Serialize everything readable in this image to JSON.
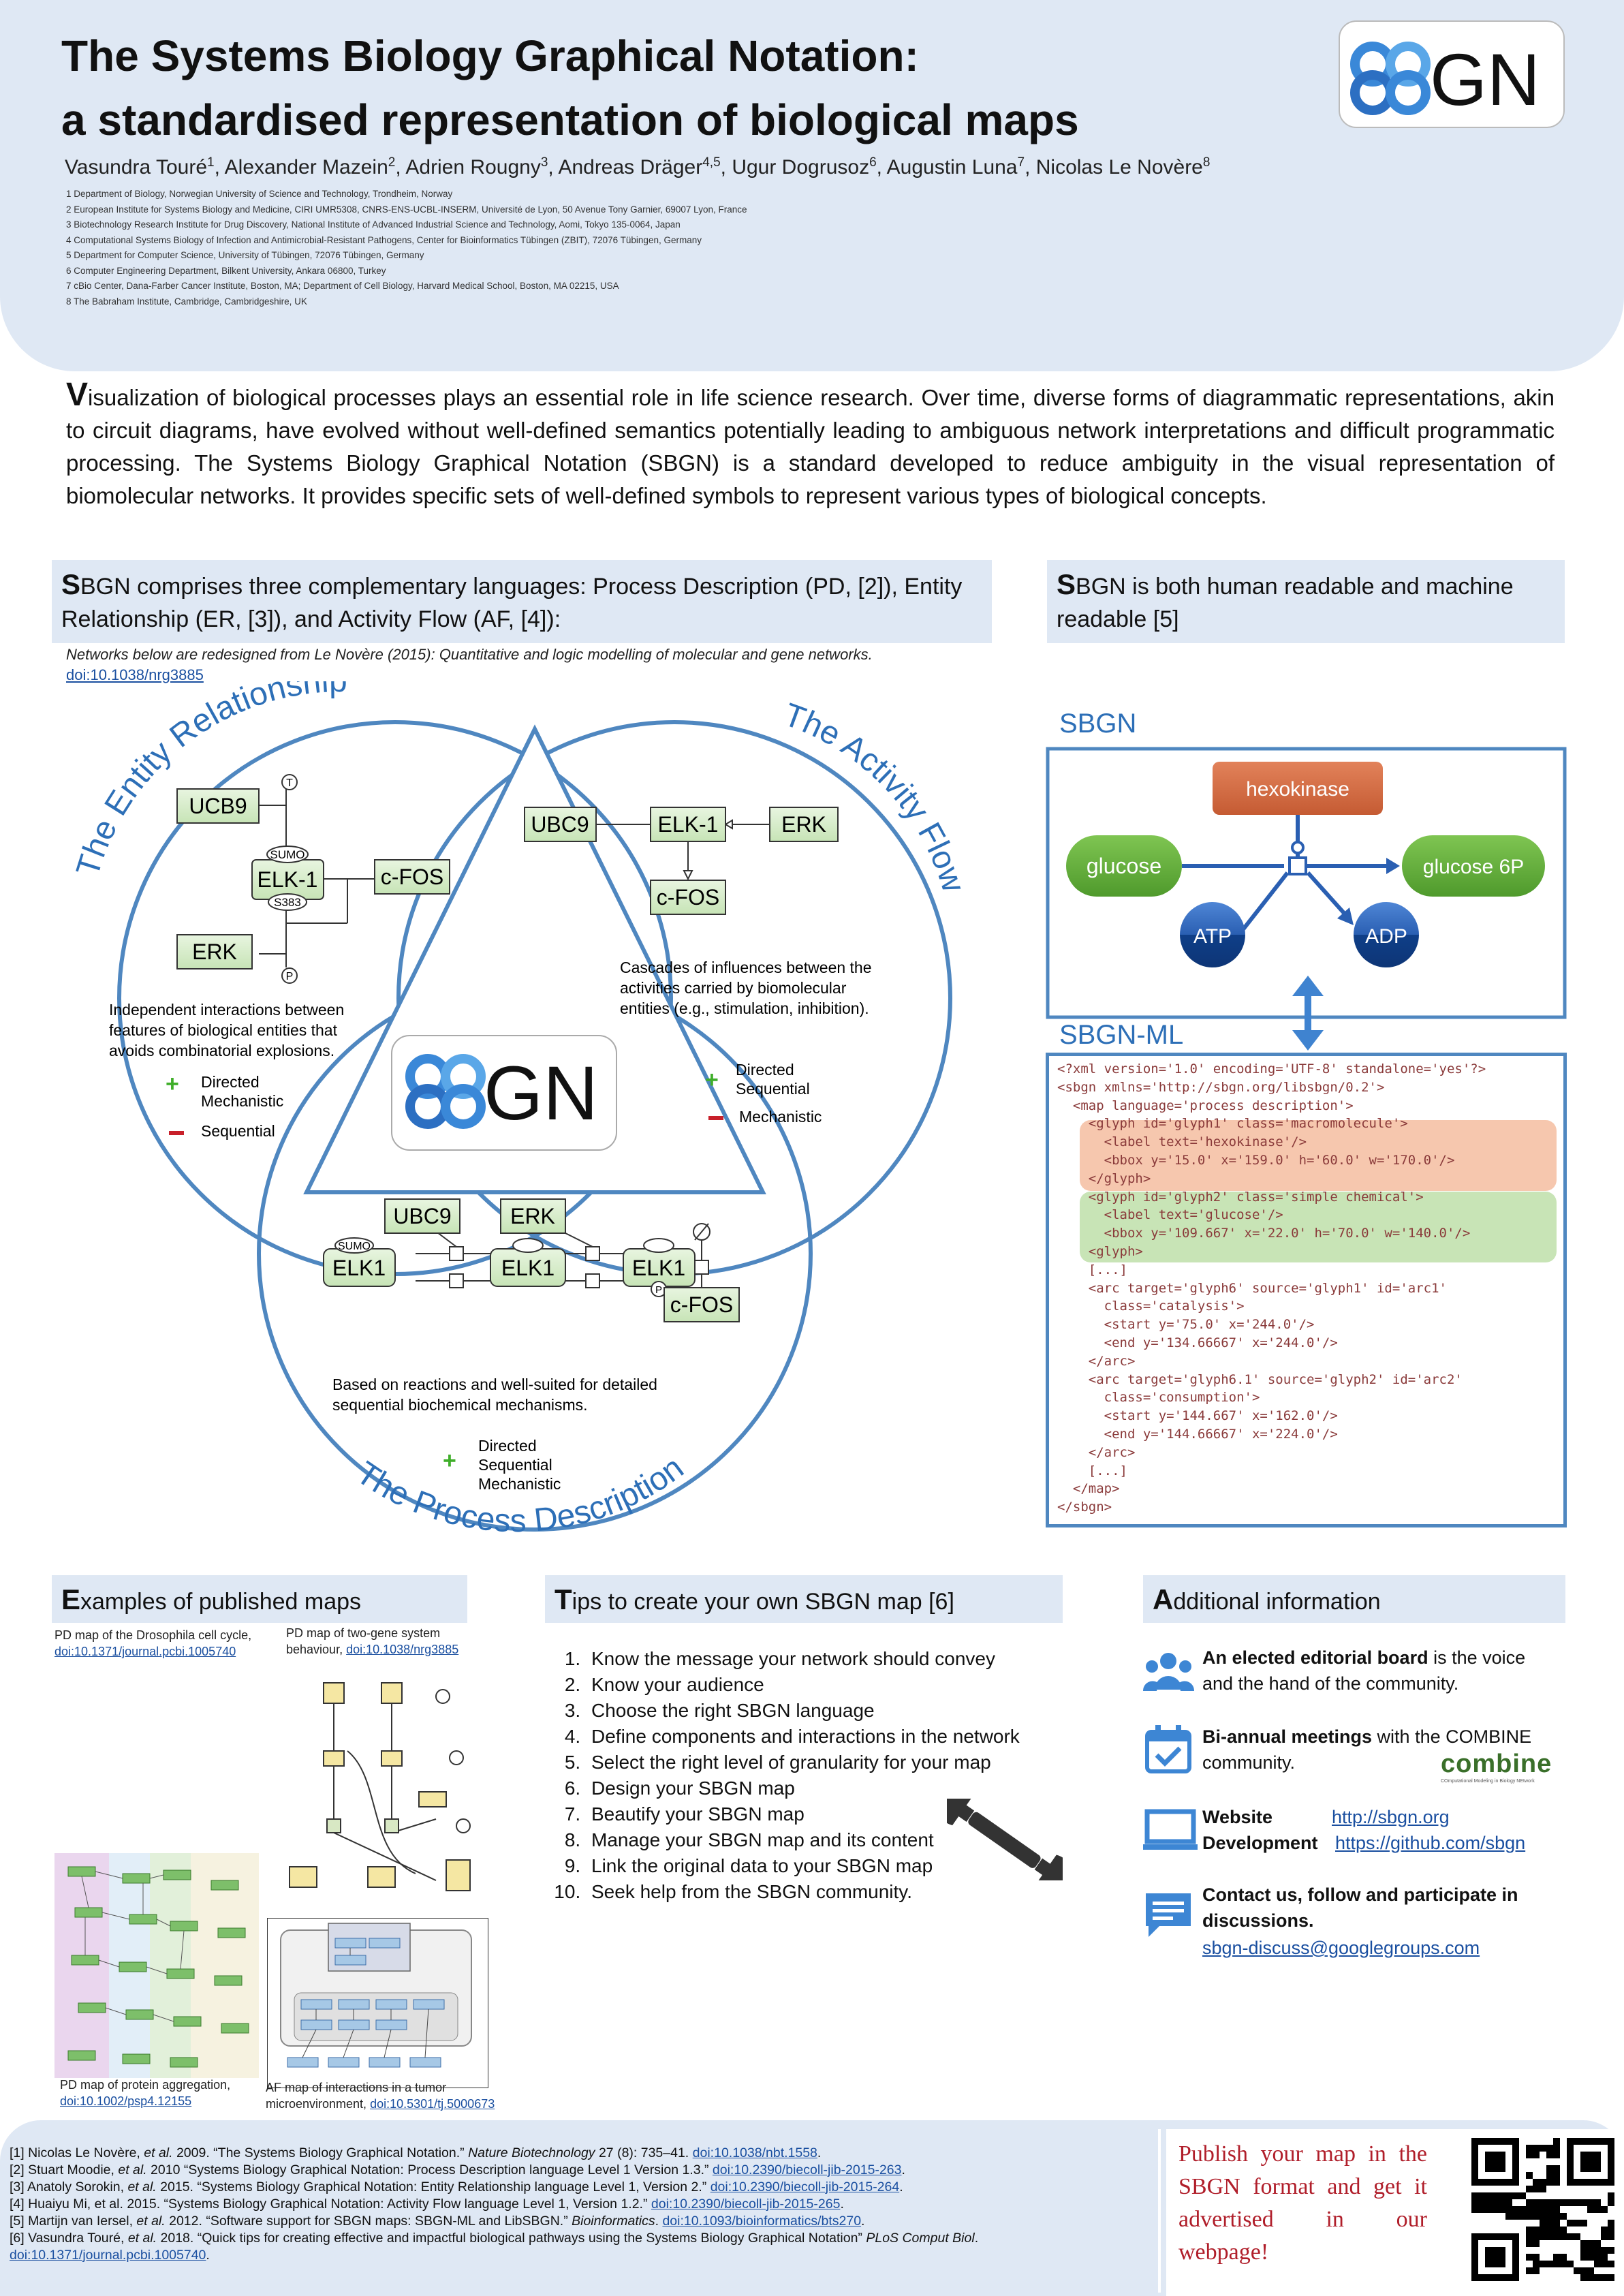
{
  "header": {
    "title_line1": "The Systems Biology Graphical Notation:",
    "title_line2": "a standardised representation of biological maps",
    "authors": [
      {
        "name": "Vasundra Touré",
        "sup": "1"
      },
      {
        "name": "Alexander Mazein",
        "sup": "2"
      },
      {
        "name": "Adrien Rougny",
        "sup": "3"
      },
      {
        "name": "Andreas Dräger",
        "sup": "4,5"
      },
      {
        "name": "Ugur Dogrusoz",
        "sup": "6"
      },
      {
        "name": "Augustin Luna",
        "sup": "7"
      },
      {
        "name": "Nicolas Le Novère",
        "sup": "8"
      }
    ],
    "affiliations": [
      "1 Department of Biology, Norwegian University of Science and Technology, Trondheim, Norway",
      "2 European Institute for Systems Biology and Medicine, CIRI UMR5308, CNRS-ENS-UCBL-INSERM, Université de Lyon, 50 Avenue Tony Garnier, 69007 Lyon, France",
      "3 Biotechnology Research Institute for Drug Discovery, National Institute of Advanced Industrial Science and Technology, Aomi, Tokyo 135-0064, Japan",
      "4 Computational Systems Biology of Infection and Antimicrobial-Resistant Pathogens, Center for Bioinformatics Tübingen (ZBIT), 72076 Tübingen, Germany",
      "5 Department for Computer Science, University of Tübingen, 72076 Tübingen, Germany",
      "6 Computer Engineering Department, Bilkent University, Ankara 06800, Turkey",
      "7 cBio Center, Dana-Farber Cancer Institute, Boston, MA; Department of Cell Biology, Harvard Medical School, Boston, MA 02215, USA",
      "8 The Babraham Institute, Cambridge, Cambridgeshire, UK"
    ],
    "logo_gn": "GN"
  },
  "intro": {
    "cap": "V",
    "text": "isualization of biological processes plays an essential role in life science research. Over time, diverse forms of diagrammatic representations, akin to circuit diagrams, have evolved without well-defined semantics potentially leading to ambiguous network interpretations and difficult programmatic processing. The Systems Biology Graphical Notation (SBGN) is a standard developed to reduce ambiguity in the visual representation of biomolecular networks. It provides specific sets of well-defined symbols to represent various types of biological concepts."
  },
  "languages": {
    "cap": "S",
    "heading": "BGN comprises three complementary languages: Process Description (PD, [2]), Entity Relationship (ER, [3]), and Activity Flow (AF, [4]):",
    "note": "Networks below are redesigned from Le Novère (2015): Quantitative and logic modelling of molecular and gene networks.",
    "note_link": "doi:10.1038/nrg3885",
    "er": {
      "title": "The Entity Relationship",
      "desc": [
        "Independent interactions between",
        "features of biological entities that",
        "avoids combinatorial explosions."
      ],
      "legend_plus": [
        "Directed",
        "Mechanistic"
      ],
      "legend_minus": "Sequential",
      "nodes": {
        "ucb9": "UCB9",
        "elk": "ELK-1",
        "sumo": "SUMO",
        "s383": "S383",
        "cfos": "c-FOS",
        "erk": "ERK",
        "t": "T",
        "p": "P"
      }
    },
    "af": {
      "title": "The Activity Flow",
      "desc": [
        "Cascades of influences between the",
        "activities carried by biomolecular",
        "entities (e.g., stimulation, inhibition)."
      ],
      "legend_plus": [
        "Directed",
        "Sequential"
      ],
      "legend_minus": "Mechanistic",
      "nodes": {
        "ubc9": "UBC9",
        "elk": "ELK-1",
        "erk": "ERK",
        "cfos": "c-FOS"
      }
    },
    "pd": {
      "title": "The Process Description",
      "desc": [
        "Based on reactions and well-suited for detailed",
        "sequential biochemical mechanisms."
      ],
      "legend_plus": [
        "Directed",
        "Sequential",
        "Mechanistic"
      ],
      "nodes": {
        "ubc9": "UBC9",
        "erk": "ERK",
        "elk": "ELK1",
        "sumo": "SUMO",
        "p": "P",
        "cfos": "c-FOS"
      }
    }
  },
  "readable": {
    "cap": "S",
    "heading": "BGN is both human readable and machine readable [5]",
    "sbgn_label": "SBGN",
    "sbgnml_label": "SBGN-ML",
    "nodes": {
      "hexokinase": "hexokinase",
      "glucose": "glucose",
      "g6p": "glucose 6P",
      "atp": "ATP",
      "adp": "ADP"
    },
    "xml_lines": [
      "<?xml version='1.0' encoding='UTF-8' standalone='yes'?>",
      "<sbgn xmlns='http://sbgn.org/libsbgn/0.2'>",
      "  <map language='process description'>",
      "    <glyph id='glyph1' class='macromolecule'>",
      "      <label text='hexokinase'/>",
      "      <bbox y='15.0' x='159.0' h='60.0' w='170.0'/>",
      "    </glyph>",
      "    <glyph id='glyph2' class='simple chemical'>",
      "      <label text='glucose'/>",
      "      <bbox y='109.667' x='22.0' h='70.0' w='140.0'/>",
      "    <glyph>",
      "    [...]",
      "    <arc target='glyph6' source='glyph1' id='arc1'",
      "      class='catalysis'>",
      "      <start y='75.0' x='244.0'/>",
      "      <end y='134.66667' x='244.0'/>",
      "    </arc>",
      "    <arc target='glyph6.1' source='glyph2' id='arc2'",
      "      class='consumption'>",
      "      <start y='144.667' x='162.0'/>",
      "      <end y='144.66667' x='224.0'/>",
      "    </arc>",
      "    [...]",
      "  </map>",
      "</sbgn>"
    ]
  },
  "examples": {
    "cap": "E",
    "heading": "xamples of published maps",
    "m1": {
      "text": "PD map of the Drosophila cell cycle,",
      "link": "doi:10.1371/journal.pcbi.1005740"
    },
    "m2": {
      "text1": "PD map of two-gene system",
      "text2": "behaviour, ",
      "link": "doi:10.1038/nrg3885"
    },
    "m3": {
      "text": "PD map of protein aggregation,",
      "link": "doi:10.1002/psp4.12155"
    },
    "m4": {
      "text": "AF map of interactions in a tumor",
      "text2": "microenvironment, ",
      "link": "doi:10.5301/tj.5000673"
    }
  },
  "tips": {
    "cap": "T",
    "heading": "ips to create your own SBGN map [6]",
    "items": [
      "Know the message your network should convey",
      "Know your audience",
      "Choose the right SBGN language",
      "Define components and interactions in the network",
      "Select the right level of granularity for your map",
      "Design your SBGN map",
      "Beautify your SBGN map",
      "Manage your SBGN map and its content",
      "Link the original data to your SBGN map",
      "Seek help from the SBGN community."
    ]
  },
  "additional": {
    "cap": "A",
    "heading": "dditional information",
    "board_bold": "An elected editorial board",
    "board_rest": " is the voice and the hand of the community.",
    "meet_bold": "Bi-annual meetings",
    "meet_rest": " with the COMBINE community.",
    "combine_logo": "combine",
    "combine_sub": "COmputational Modeling in Biology NEtwork",
    "website_label": "Website",
    "website": "http://sbgn.org",
    "dev_label": "Development",
    "dev": "https://github.com/sbgn",
    "contact_bold": "Contact us, follow and participate in discussions.",
    "email": "sbgn-discuss@googlegroups.com"
  },
  "references": [
    {
      "pre": "[1] Nicolas Le Novère, ",
      "it": "et al.",
      "mid": " 2009. “The Systems Biology Graphical Notation.” ",
      "it2": "Nature Biotechnology",
      "post": " 27 (8): 735–41. ",
      "doi": "doi:10.1038/nbt.1558",
      "end": "."
    },
    {
      "pre": "[2] Stuart Moodie, ",
      "it": "et al.",
      "mid": " 2010 “Systems Biology Graphical Notation: Process Description language Level 1 Version 1.3.” ",
      "it2": "",
      "post": "",
      "doi": "doi:10.2390/biecoll-jib-2015-263",
      "end": "."
    },
    {
      "pre": "[3] Anatoly Sorokin, ",
      "it": "et al.",
      "mid": " 2015. “Systems Biology Graphical Notation: Entity Relationship language Level 1, Version 2.” ",
      "it2": "",
      "post": "",
      "doi": "doi:10.2390/biecoll-jib-2015-264",
      "end": "."
    },
    {
      "pre": "[4] Huaiyu Mi, et al. 2015. “Systems Biology Graphical Notation: Activity Flow language Level 1, Version 1.2.” ",
      "it": "",
      "mid": "",
      "it2": "",
      "post": "",
      "doi": "doi:10.2390/biecoll-jib-2015-265",
      "end": "."
    },
    {
      "pre": "[5] Martijn van Iersel, ",
      "it": "et al.",
      "mid": " 2012. “Software support for SBGN maps: SBGN-ML and LibSBGN.” ",
      "it2": "Bioinformatics",
      "post": ". ",
      "doi": "doi:10.1093/bioinformatics/bts270",
      "end": "."
    },
    {
      "pre": "[6] Vasundra Touré, ",
      "it": "et al.",
      "mid": " 2018. “Quick tips for creating effective and impactful biological pathways using the Systems Biology Graphical Notation” ",
      "it2": "PLoS Comput Biol",
      "post": ".",
      "doi": "",
      "end": ""
    }
  ],
  "ref6_doi": "doi:10.1371/journal.pcbi.1005740",
  "publish": "Publish your map in the SBGN format and get it advertised in our webpage!"
}
